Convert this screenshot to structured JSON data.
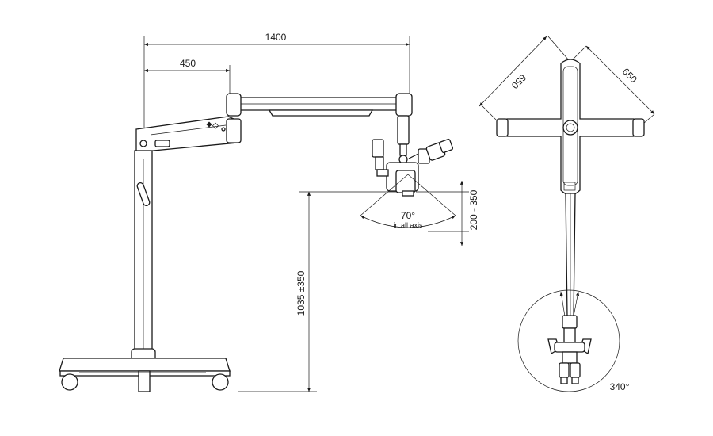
{
  "dimensions": {
    "total_reach": "1400",
    "first_arm": "450",
    "height": "1035 ±350",
    "working_distance": "200 - 350",
    "tilt_angle": "70°",
    "tilt_note": "in all axis",
    "base_left": "650",
    "base_right": "650",
    "rotation": "340°"
  },
  "colors": {
    "line": "#1a1a1a",
    "background": "#ffffff"
  }
}
